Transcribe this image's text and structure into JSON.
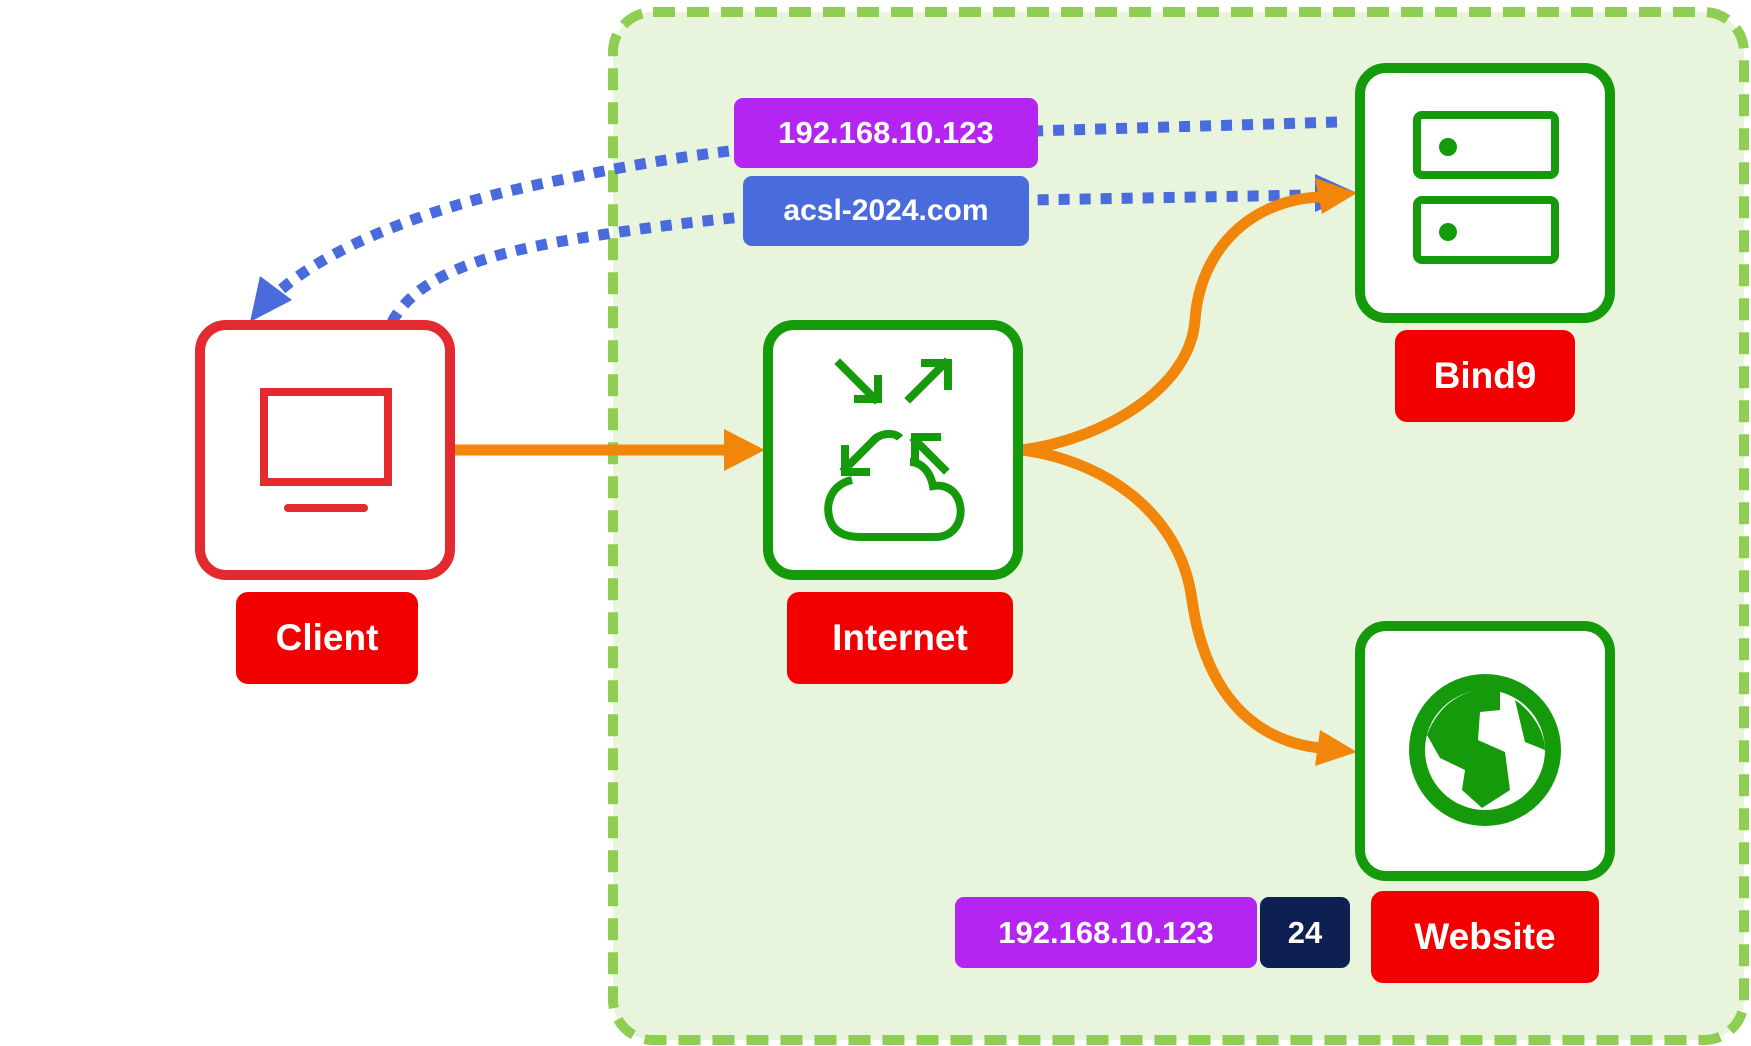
{
  "colors": {
    "zone_fill": "#e8f5dc",
    "zone_border": "#8fce52",
    "client_red": "#e32b2f",
    "node_green": "#159a0c",
    "label_red": "#f20000",
    "flow_orange": "#f2860a",
    "dns_blue": "#4a6bdc",
    "ip_purple": "#b425f2",
    "prefix_navy": "#0e1f52"
  },
  "nodes": {
    "client": {
      "label": "Client",
      "icon": "monitor-icon"
    },
    "internet": {
      "label": "Internet",
      "icon": "cloud-exchange-icon"
    },
    "bind9": {
      "label": "Bind9",
      "icon": "server-icon"
    },
    "website": {
      "label": "Website",
      "icon": "globe-icon"
    }
  },
  "dns_exchange": {
    "response_ip": "192.168.10.123",
    "query_domain": "acsl-2024.com"
  },
  "website_address": {
    "ip": "192.168.10.123",
    "prefix": "24"
  }
}
